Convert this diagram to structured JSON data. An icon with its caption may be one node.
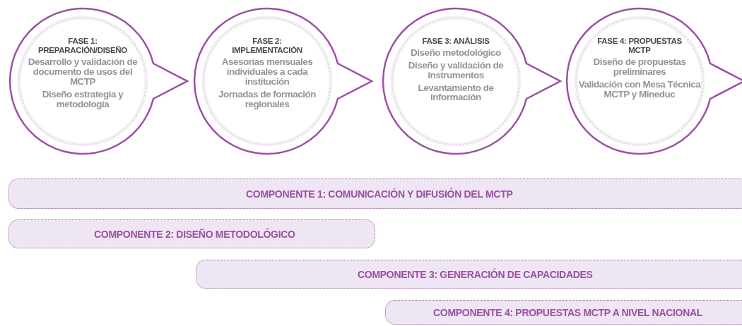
{
  "diagram": {
    "nodes": [
      {
        "text": [
          "FASE 1: PREPARACIÓN/DISEÑO",
          "Desarrollo y validación de documento de usos del MCTP",
          "Diseño estrategia y metodología"
        ]
      },
      {
        "text": [
          "FASE 2: IMPLEMENTACIÓN",
          "Asesorías mensuales individuales a cada institución",
          "Jornadas de formación regionales"
        ]
      },
      {
        "text": [
          "FASE 3: ANÁLISIS",
          "Diseño metodológico",
          "Diseño y validación de instrumentos",
          "Levantamiento de información"
        ]
      },
      {
        "text": [
          "FASE 4: PROPUESTAS MCTP",
          "Diseño de propuestas preliminares",
          "Validación con Mesa Técnica MCTP y Mineduc"
        ]
      },
      {
        "text": [
          "COMPONENTE 1: COMUNICACIÓN Y DIFUSIÓN DEL MCTP"
        ]
      },
      {
        "text": [
          "COMPONENTE 2: DISEÑO METODOLÓGICO"
        ]
      },
      {
        "text": [
          "COMPONENTE 3: GENERACIÓN DE CAPACIDADES"
        ]
      },
      {
        "text": [
          "COMPONENTE 4: PROPUESTAS MCTP A NIVEL NACIONAL"
        ]
      }
    ]
  }
}
